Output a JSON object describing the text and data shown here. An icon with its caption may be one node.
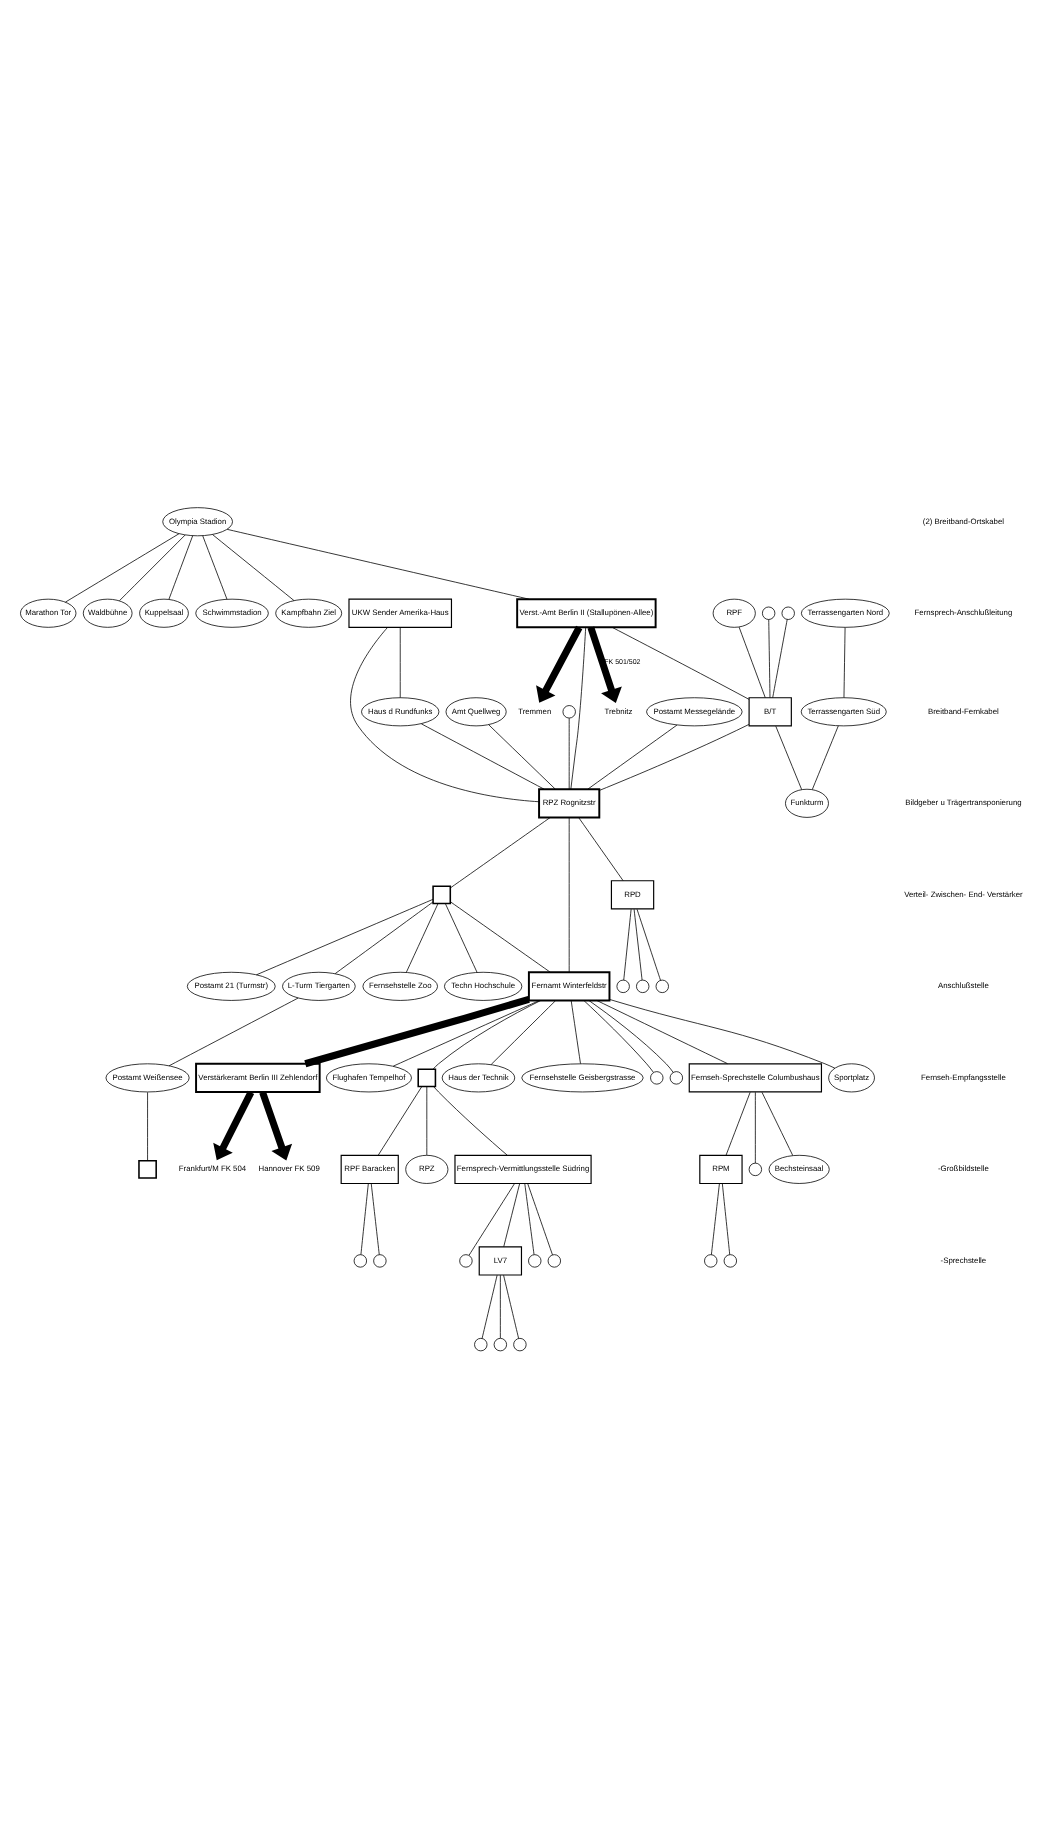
{
  "diagram": {
    "nodes": [
      {
        "text": [
          "Schwimmstadion"
        ]
      },
      {
        "text": [
          "Kampfbahn Ziel"
        ]
      },
      {
        "text": [
          "Olympia Stadion"
        ]
      },
      {
        "text": [
          "Marathon Tor"
        ]
      },
      {
        "text": [
          "Waldbühne"
        ]
      },
      {
        "text": [
          "Kuppelsaal"
        ]
      },
      {
        "text": [
          "Verst.-Amt Berlin II (Stallupönen-Allee)"
        ]
      },
      {
        "text": [],
        "shape": "circle"
      },
      {
        "text": [
          "RPF"
        ]
      },
      {
        "text": [],
        "shape": "circle"
      },
      {
        "text": [
          "UKW Sender Amerika-Haus"
        ]
      },
      {
        "text": [
          "B/T"
        ]
      },
      {
        "text": [
          "Haus d Rundfunks"
        ]
      },
      {
        "text": [
          "Amt Quellweg"
        ]
      },
      {
        "text": [
          "RPZ Rognitzstr"
        ]
      },
      {
        "text": [
          "Terrassengarten Nord"
        ]
      },
      {
        "text": [
          "Terrassengarten Süd"
        ]
      },
      {
        "text": [
          "Funkturm"
        ]
      },
      {
        "text": [],
        "shape": "circle"
      },
      {
        "text": [
          "Postamt Messegelände"
        ]
      },
      {
        "text": [
          "RPD"
        ]
      },
      {
        "text": [],
        "shape": "circle"
      },
      {
        "text": [],
        "shape": "circle"
      },
      {
        "text": [],
        "shape": "circle"
      },
      {
        "text": [
          "Techn Hochschule"
        ]
      },
      {
        "text": [
          "Postamt 21 (Turmstr)"
        ]
      },
      {
        "text": [
          "L-Turm Tiergarten"
        ]
      },
      {
        "text": [
          "Postamt Weißensee"
        ]
      },
      {
        "text": [],
        "shape": "box"
      },
      {
        "text": [],
        "shape": "box"
      },
      {
        "text": [
          "Fernsehstelle Zoo"
        ]
      },
      {
        "text": [
          "Haus der Technik"
        ]
      },
      {
        "text": [
          "Fernamt Winterfeldstr"
        ]
      },
      {
        "text": [
          "Fernsehstelle Geisbergstrasse"
        ]
      },
      {
        "text": [],
        "shape": "circle"
      },
      {
        "text": [],
        "shape": "circle"
      },
      {
        "text": [
          "RPM"
        ]
      },
      {
        "text": [],
        "shape": "circle"
      },
      {
        "text": [],
        "shape": "circle"
      },
      {
        "text": [],
        "shape": "circle"
      },
      {
        "text": [
          "Fernseh-Sprechstelle Columbushaus"
        ]
      },
      {
        "text": [
          "Bechsteinsaal"
        ]
      },
      {
        "text": [
          "Sportplatz"
        ]
      },
      {
        "text": [
          "Verstärkeramt Berlin III Zehlendorf"
        ]
      },
      {
        "text": [
          "Flughafen Tempelhof"
        ]
      },
      {
        "text": [
          "RPF Baracken"
        ]
      },
      {
        "text": [],
        "shape": "circle"
      },
      {
        "text": [],
        "shape": "circle"
      },
      {
        "text": [],
        "shape": "box"
      },
      {
        "text": [
          "RPZ"
        ]
      },
      {
        "text": [
          "Fernsprech-Vermittlungsstelle Südring"
        ]
      },
      {
        "text": [],
        "shape": "circle"
      },
      {
        "text": [],
        "shape": "circle"
      },
      {
        "text": [],
        "shape": "circle"
      },
      {
        "text": [
          "LV7"
        ]
      },
      {
        "text": [],
        "shape": "circle"
      },
      {
        "text": [],
        "shape": "circle"
      },
      {
        "text": [],
        "shape": "circle"
      },
      {
        "text": [
          "Tremmen"
        ]
      },
      {
        "text": [
          "Trebnitz"
        ]
      },
      {
        "text": [
          "Hannover FK 509"
        ]
      },
      {
        "text": [
          "Frankfurt/M FK 504"
        ]
      }
    ],
    "edges": [
      {
        "from": 2,
        "to": 0,
        "arrow": "none"
      },
      {
        "from": 2,
        "to": 1,
        "arrow": "none"
      },
      {
        "from": 2,
        "to": 3,
        "arrow": "none"
      },
      {
        "from": 2,
        "to": 4,
        "arrow": "none"
      },
      {
        "from": 2,
        "to": 5,
        "arrow": "none"
      },
      {
        "from": 2,
        "to": 6,
        "arrow": "none"
      },
      {
        "from": 6,
        "to": 58,
        "arrow": "to",
        "style": "thick"
      },
      {
        "from": 6,
        "to": 59,
        "arrow": "to",
        "style": "thick",
        "label": "FK 501/502"
      },
      {
        "from": 7,
        "to": 11,
        "arrow": "none"
      },
      {
        "from": 8,
        "to": 11,
        "arrow": "none"
      },
      {
        "from": 9,
        "to": 11,
        "arrow": "none"
      },
      {
        "from": 6,
        "to": 11,
        "arrow": "none"
      },
      {
        "from": 6,
        "to": 14,
        "arrow": "none"
      },
      {
        "from": 11,
        "to": 14,
        "arrow": "none"
      },
      {
        "from": 10,
        "to": 12,
        "arrow": "none"
      },
      {
        "from": 10,
        "to": 14,
        "arrow": "none"
      },
      {
        "from": 11,
        "to": 17,
        "arrow": "none"
      },
      {
        "from": 12,
        "to": 14,
        "arrow": "none"
      },
      {
        "from": 13,
        "to": 14,
        "arrow": "none"
      },
      {
        "from": 15,
        "to": 16,
        "arrow": "none"
      },
      {
        "from": 16,
        "to": 17,
        "arrow": "none"
      },
      {
        "from": 18,
        "to": 14,
        "arrow": "none"
      },
      {
        "from": 19,
        "to": 14,
        "arrow": "none"
      },
      {
        "from": 14,
        "to": 20,
        "arrow": "none"
      },
      {
        "from": 20,
        "to": 21,
        "arrow": "none"
      },
      {
        "from": 20,
        "to": 22,
        "arrow": "none"
      },
      {
        "from": 20,
        "to": 23,
        "arrow": "none"
      },
      {
        "from": 14,
        "to": 29,
        "arrow": "none"
      },
      {
        "from": 14,
        "to": 32,
        "arrow": "none"
      },
      {
        "from": 29,
        "to": 24,
        "arrow": "none"
      },
      {
        "from": 29,
        "to": 25,
        "arrow": "none"
      },
      {
        "from": 29,
        "to": 26,
        "arrow": "none"
      },
      {
        "from": 29,
        "to": 30,
        "arrow": "none"
      },
      {
        "from": 29,
        "to": 32,
        "arrow": "none"
      },
      {
        "from": 26,
        "to": 27,
        "arrow": "none"
      },
      {
        "from": 27,
        "to": 28,
        "arrow": "none"
      },
      {
        "from": 32,
        "to": 31,
        "arrow": "none"
      },
      {
        "from": 32,
        "to": 33,
        "arrow": "none"
      },
      {
        "from": 32,
        "to": 34,
        "arrow": "none"
      },
      {
        "from": 32,
        "to": 35,
        "arrow": "none"
      },
      {
        "from": 32,
        "to": 40,
        "arrow": "none"
      },
      {
        "from": 40,
        "to": 36,
        "arrow": "none"
      },
      {
        "from": 36,
        "to": 37,
        "arrow": "none"
      },
      {
        "from": 36,
        "to": 38,
        "arrow": "none"
      },
      {
        "from": 40,
        "to": 39,
        "arrow": "none"
      },
      {
        "from": 40,
        "to": 41,
        "arrow": "none"
      },
      {
        "from": 32,
        "to": 42,
        "arrow": "none"
      },
      {
        "from": 32,
        "to": 44,
        "arrow": "none"
      },
      {
        "from": 32,
        "to": 43,
        "arrow": "none",
        "style": "thick"
      },
      {
        "from": 43,
        "to": 60,
        "arrow": "to",
        "style": "thick"
      },
      {
        "from": 43,
        "to": 61,
        "arrow": "to",
        "style": "thick"
      },
      {
        "from": 32,
        "to": 48,
        "arrow": "none"
      },
      {
        "from": 48,
        "to": 45,
        "arrow": "none"
      },
      {
        "from": 48,
        "to": 49,
        "arrow": "none"
      },
      {
        "from": 45,
        "to": 46,
        "arrow": "none"
      },
      {
        "from": 45,
        "to": 47,
        "arrow": "none"
      },
      {
        "from": 48,
        "to": 50,
        "arrow": "none"
      },
      {
        "from": 50,
        "to": 51,
        "arrow": "none"
      },
      {
        "from": 50,
        "to": 52,
        "arrow": "none"
      },
      {
        "from": 50,
        "to": 53,
        "arrow": "none"
      },
      {
        "from": 50,
        "to": 54,
        "arrow": "none"
      },
      {
        "from": 54,
        "to": 55,
        "arrow": "none"
      },
      {
        "from": 54,
        "to": 56,
        "arrow": "none"
      },
      {
        "from": 54,
        "to": 57,
        "arrow": "none"
      }
    ],
    "legend": [
      {
        "text": "(2) Breitband-Ortskabel"
      },
      {
        "text": "Fernsprech-Anschlußleitung"
      },
      {
        "text": "Breitband-Fernkabel"
      },
      {
        "text": "Bildgeber u Trägertransponierung"
      },
      {
        "text": "Verteil- Zwischen- End- Verstärker"
      },
      {
        "text": "Anschlußstelle"
      },
      {
        "text": "Fernseh-Empfangsstelle"
      },
      {
        "text": "-Großbildstelle"
      },
      {
        "text": "-Sprechstelle"
      }
    ]
  }
}
